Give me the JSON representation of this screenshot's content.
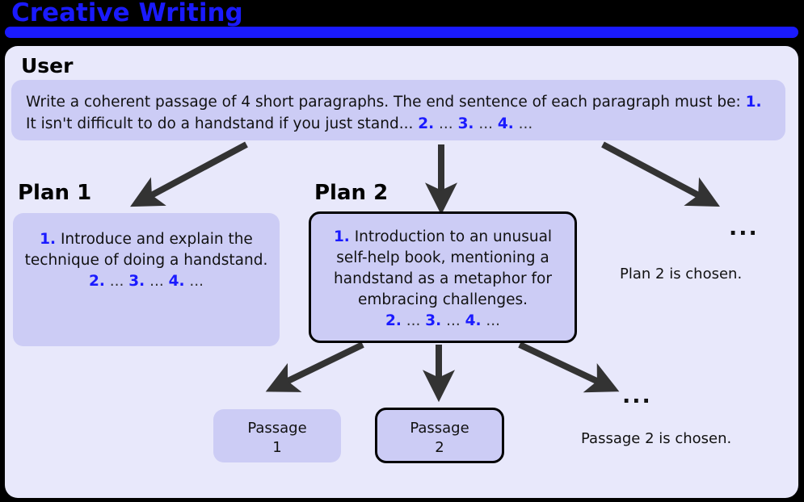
{
  "header": {
    "title": "Creative Writing",
    "title_color": "#1a1aff",
    "bar_color": "#1a1aff",
    "background_color": "#000000"
  },
  "panel": {
    "background_color": "#e8e8fb",
    "box_fill_color": "#ccccf5",
    "selected_border_color": "#000000",
    "arrow_color": "#333333"
  },
  "labels": {
    "user": "User",
    "plan1": "Plan 1",
    "plan2": "Plan 2"
  },
  "user_prompt": {
    "line1_a": "Write a coherent passage of 4 short paragraphs. The end sentence of each paragraph",
    "line2_a": "must be: ",
    "n1": "1.",
    "line2_b": " It isn't difficult to do a handstand if you just stand... ",
    "n2": "2.",
    "sep2": " ... ",
    "n3": "3.",
    "sep3": " ... ",
    "n4": "4.",
    "sep4": " ..."
  },
  "plan1": {
    "n1": "1.",
    "text": " Introduce and explain the technique of doing a handstand.",
    "n2": "2.",
    "sep2": " ... ",
    "n3": "3.",
    "sep3": " ... ",
    "n4": "4.",
    "sep4": " ...",
    "selected": false
  },
  "plan2": {
    "n1": "1.",
    "text": " Introduction to an unusual self-help book, mentioning a handstand as a metaphor for embracing challenges.",
    "n2": "2.",
    "sep2": " ... ",
    "n3": "3.",
    "sep3": " ... ",
    "n4": "4.",
    "sep4": " ...",
    "selected": true
  },
  "more_plans": {
    "ellipsis": "...",
    "caption": "Plan 2 is chosen."
  },
  "passages": {
    "passage1_line1": "Passage",
    "passage1_line2": "1",
    "passage2_line1": "Passage",
    "passage2_line2": "2",
    "ellipsis": "...",
    "caption": "Passage 2 is chosen."
  }
}
